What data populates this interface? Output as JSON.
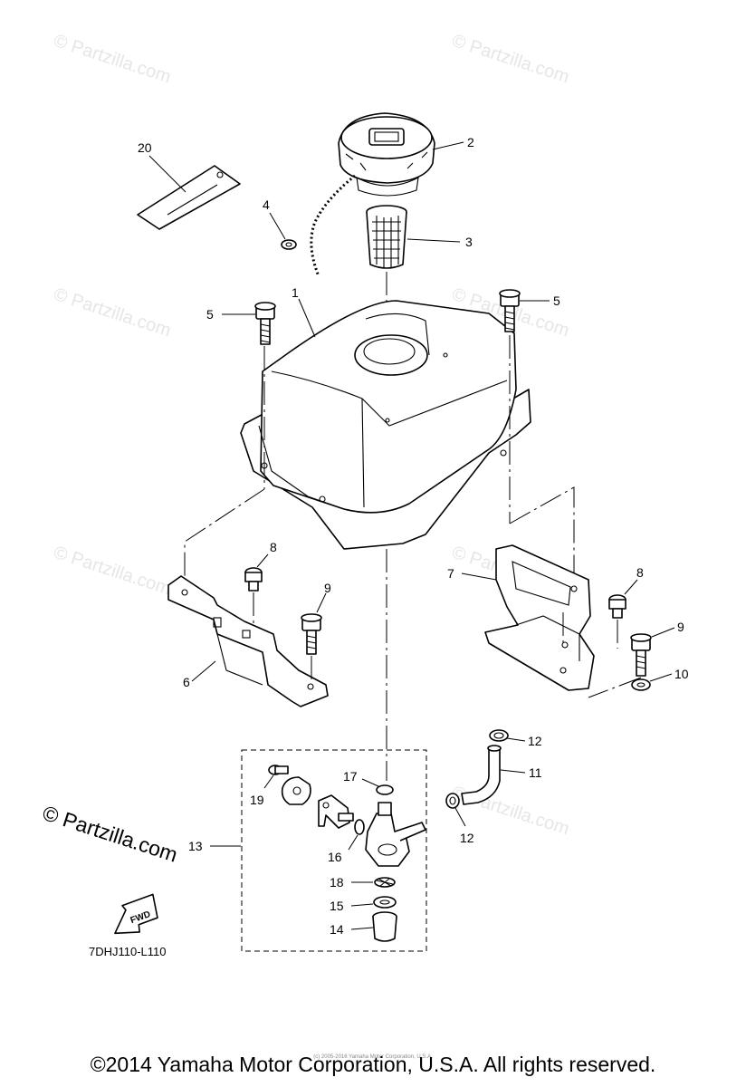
{
  "diagram_code": "7DHJ110-L110",
  "copyright": "©2014 Yamaha Motor Corporation, U.S.A. All rights reserved.",
  "small_notice": "(c) 2005-2016 Yamaha Motor Corporation, U.S.A.",
  "watermark": "© Partzilla.com",
  "fwd_label": "FWD",
  "callouts": {
    "c1": "1",
    "c2": "2",
    "c3": "3",
    "c4": "4",
    "c5a": "5",
    "c5b": "5",
    "c6": "6",
    "c7": "7",
    "c8a": "8",
    "c8b": "8",
    "c9a": "9",
    "c9b": "9",
    "c10": "10",
    "c11": "11",
    "c12a": "12",
    "c12b": "12",
    "c13": "13",
    "c14": "14",
    "c15": "15",
    "c16": "16",
    "c17": "17",
    "c18": "18",
    "c19": "19",
    "c20": "20"
  }
}
